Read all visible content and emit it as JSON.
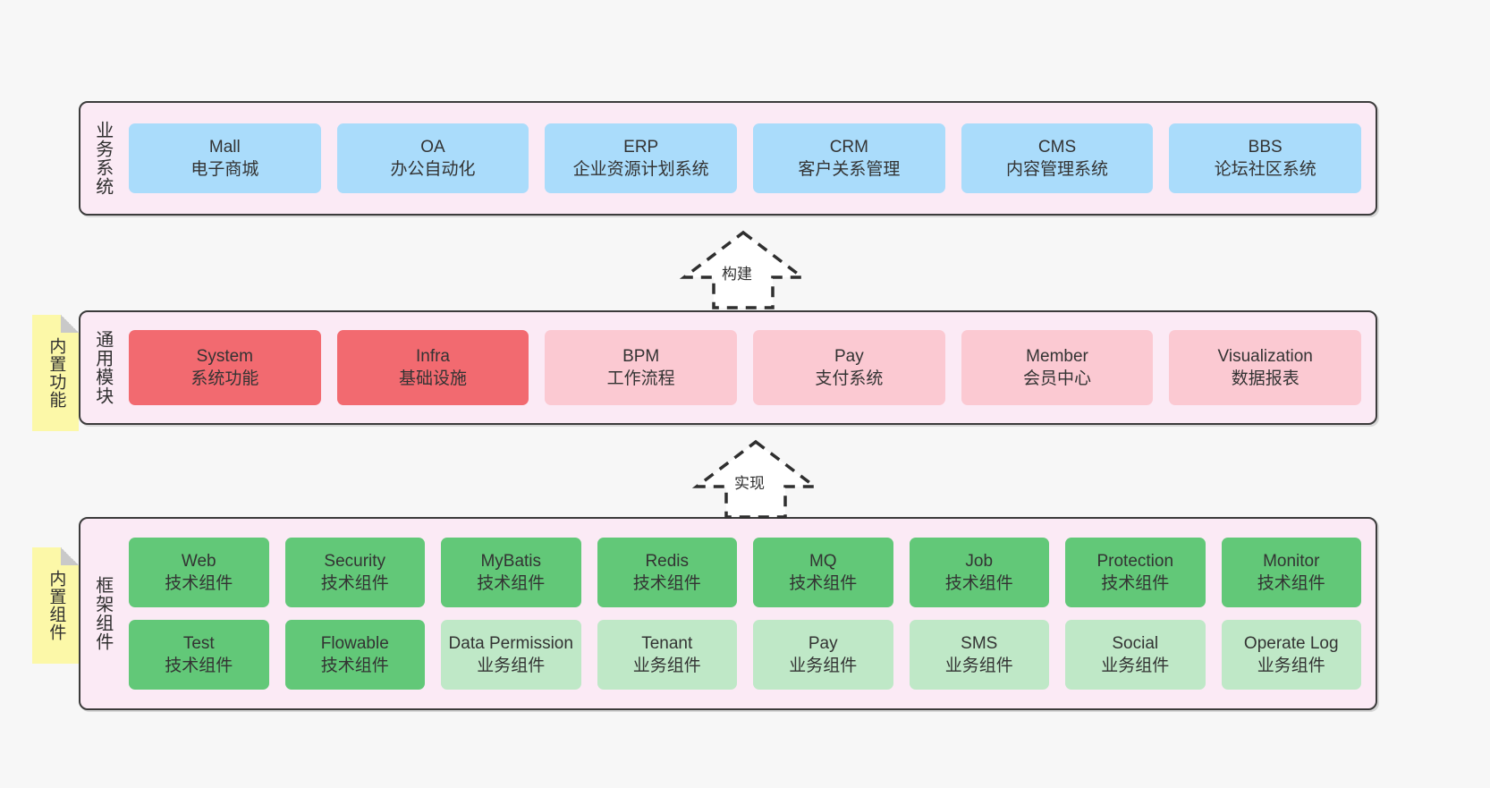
{
  "diagram": {
    "background": "#f7f7f7",
    "frame_border": "#3b3b3b",
    "frame_fill": "#fbeaf5",
    "sticky_fill": "#fcf8a8"
  },
  "layers": [
    {
      "id": "business-systems",
      "title": "业务系统",
      "tag": null,
      "rows": [
        {
          "style": "node-blue",
          "color": "#aadcfb",
          "nodes": [
            {
              "en": "Mall",
              "cn": "电子商城"
            },
            {
              "en": "OA",
              "cn": "办公自动化"
            },
            {
              "en": "ERP",
              "cn": "企业资源计划系统"
            },
            {
              "en": "CRM",
              "cn": "客户关系管理"
            },
            {
              "en": "CMS",
              "cn": "内容管理系统"
            },
            {
              "en": "BBS",
              "cn": "论坛社区系统"
            }
          ]
        }
      ]
    },
    {
      "id": "common-modules",
      "title": "通用模块",
      "tag": "内置功能",
      "rows": [
        {
          "style": "mixed",
          "color": "#f26a70",
          "nodes": [
            {
              "en": "System",
              "cn": "系统功能",
              "style": "node-red",
              "color": "#f26a70"
            },
            {
              "en": "Infra",
              "cn": "基础设施",
              "style": "node-red",
              "color": "#f26a70"
            },
            {
              "en": "BPM",
              "cn": "工作流程",
              "style": "node-pink",
              "color": "#fbc9d2"
            },
            {
              "en": "Pay",
              "cn": "支付系统",
              "style": "node-pink",
              "color": "#fbc9d2"
            },
            {
              "en": "Member",
              "cn": "会员中心",
              "style": "node-pink",
              "color": "#fbc9d2"
            },
            {
              "en": "Visualization",
              "cn": "数据报表",
              "style": "node-pink",
              "color": "#fbc9d2"
            }
          ]
        }
      ]
    },
    {
      "id": "framework-components",
      "title": "框架组件",
      "tag": "内置组件",
      "rows": [
        {
          "style": "node-green",
          "color": "#62c878",
          "nodes": [
            {
              "en": "Web",
              "cn": "技术组件"
            },
            {
              "en": "Security",
              "cn": "技术组件"
            },
            {
              "en": "MyBatis",
              "cn": "技术组件"
            },
            {
              "en": "Redis",
              "cn": "技术组件"
            },
            {
              "en": "MQ",
              "cn": "技术组件"
            },
            {
              "en": "Job",
              "cn": "技术组件"
            },
            {
              "en": "Protection",
              "cn": "技术组件"
            },
            {
              "en": "Monitor",
              "cn": "技术组件"
            }
          ]
        },
        {
          "style": "mixed",
          "color": "#bfe8c7",
          "nodes": [
            {
              "en": "Test",
              "cn": "技术组件",
              "style": "node-green",
              "color": "#62c878"
            },
            {
              "en": "Flowable",
              "cn": "技术组件",
              "style": "node-green",
              "color": "#62c878"
            },
            {
              "en": "Data Permission",
              "cn": "业务组件",
              "style": "node-lgreen",
              "color": "#bfe8c7"
            },
            {
              "en": "Tenant",
              "cn": "业务组件",
              "style": "node-lgreen",
              "color": "#bfe8c7"
            },
            {
              "en": "Pay",
              "cn": "业务组件",
              "style": "node-lgreen",
              "color": "#bfe8c7"
            },
            {
              "en": "SMS",
              "cn": "业务组件",
              "style": "node-lgreen",
              "color": "#bfe8c7"
            },
            {
              "en": "Social",
              "cn": "业务组件",
              "style": "node-lgreen",
              "color": "#bfe8c7"
            },
            {
              "en": "Operate Log",
              "cn": "业务组件",
              "style": "node-lgreen",
              "color": "#bfe8c7"
            }
          ]
        }
      ]
    }
  ],
  "arrows": [
    {
      "id": "arrow-build",
      "label": "构建",
      "direction": "up"
    },
    {
      "id": "arrow-implement",
      "label": "实现",
      "direction": "up"
    }
  ]
}
